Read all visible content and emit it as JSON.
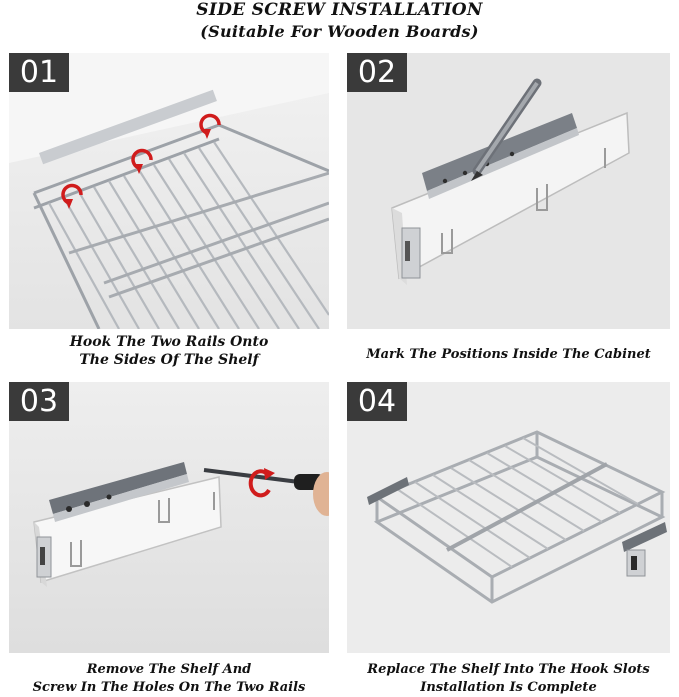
{
  "title": {
    "line1": "SIDE SCREW INSTALLATION",
    "line2": "(Suitable For Wooden Boards)"
  },
  "steps": [
    {
      "number": "01",
      "caption_lines": [
        "Hook The Two Rails Onto",
        "The Sides Of The Shelf"
      ]
    },
    {
      "number": "02",
      "caption_lines": [
        "Mark The Positions Inside The Cabinet"
      ]
    },
    {
      "number": "03",
      "caption_lines": [
        "Remove The Shelf And",
        "Screw In The Holes On The Two Rails"
      ]
    },
    {
      "number": "04",
      "caption_lines": [
        "Replace The Shelf Into The Hook Slots",
        "Installation Is Complete"
      ]
    }
  ],
  "colors": {
    "badge": "#3a3a3a",
    "arrow": "#d01c1c",
    "metal": "#b9bcc0"
  },
  "icons": [
    "rotate-arrow-icon",
    "pencil-illustration",
    "screwdriver-illustration",
    "wire-shelf-illustration",
    "slide-rail-illustration"
  ]
}
